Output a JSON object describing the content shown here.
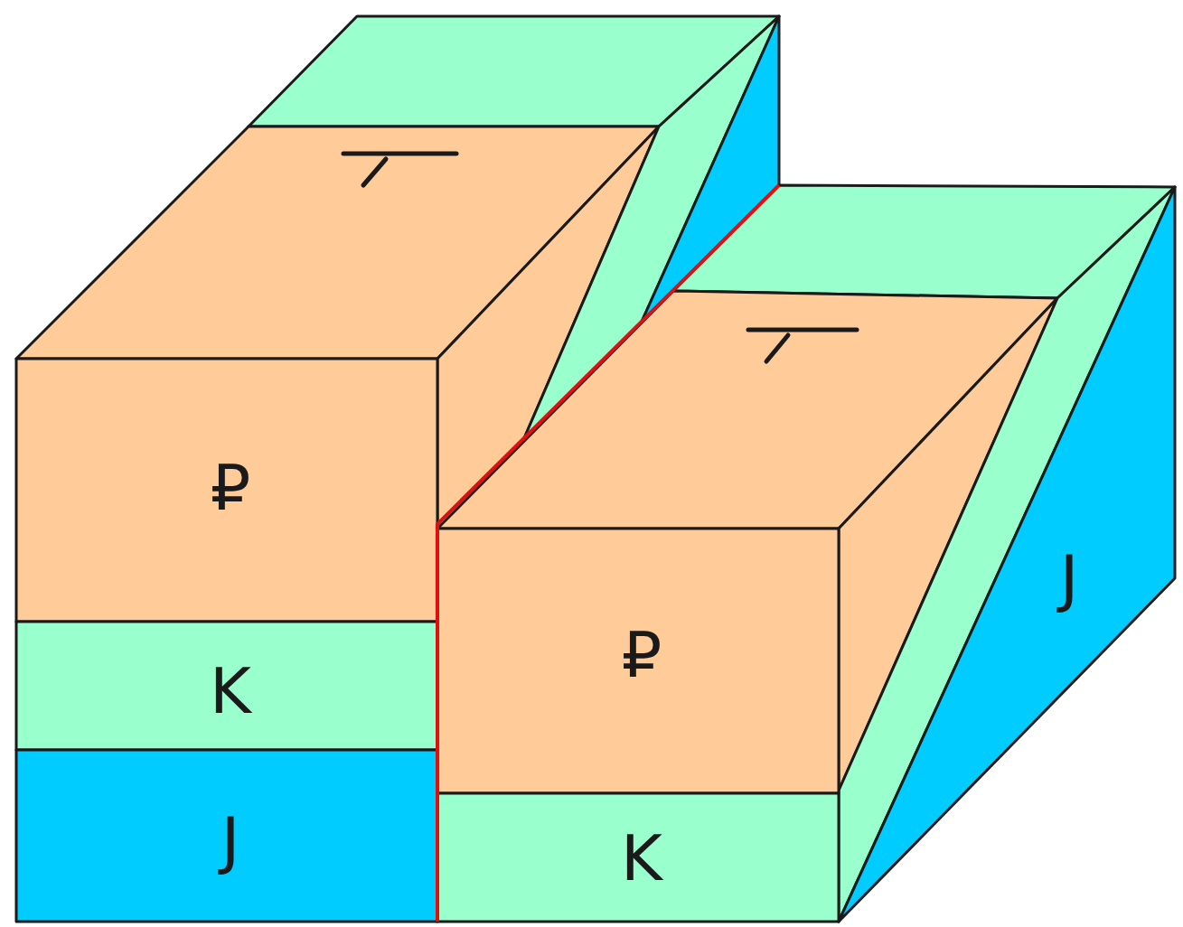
{
  "diagram": {
    "labels": [
      "₽",
      "K",
      "J",
      "₽",
      "K",
      "J"
    ]
  }
}
